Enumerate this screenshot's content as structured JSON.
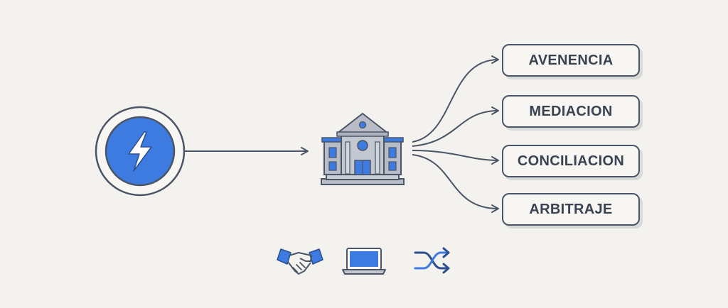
{
  "colors": {
    "background": "#f3f2ee",
    "stroke": "#4a5565",
    "accent_blue": "#3d7be0",
    "building_gray": "#b7bcc6",
    "text": "#3a4352"
  },
  "icons": {
    "source": "lightning-bolt-icon",
    "hub": "courthouse-building-icon",
    "bottom": [
      "handshake-icon",
      "laptop-icon",
      "shuffle-icon"
    ]
  },
  "options": [
    {
      "label": "AVENENCIA"
    },
    {
      "label": "MEDIACION"
    },
    {
      "label": "CONCILIACION"
    },
    {
      "label": "ARBITRAJE"
    }
  ]
}
